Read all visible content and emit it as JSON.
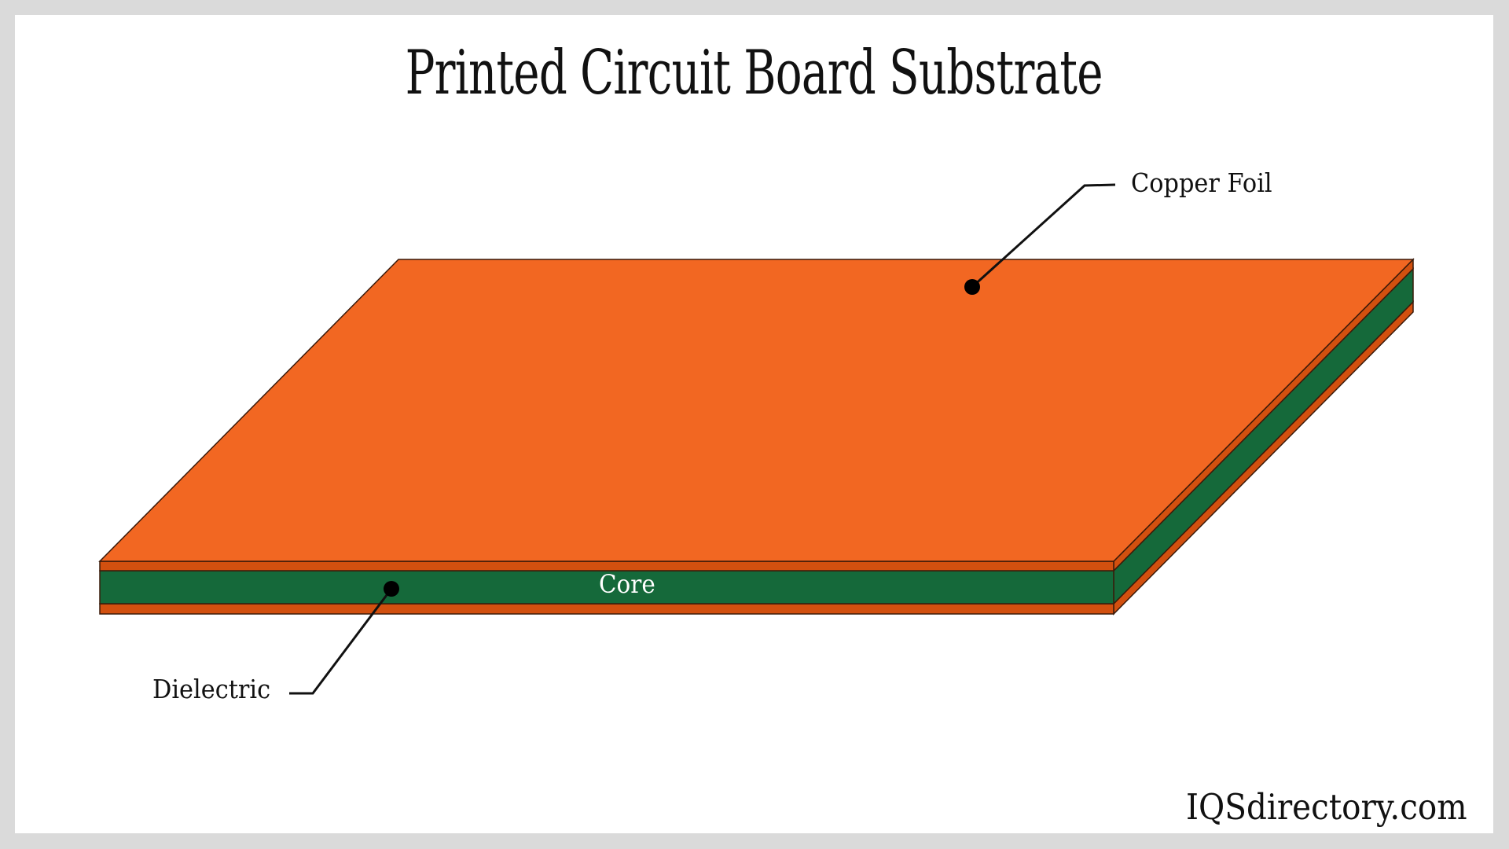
{
  "title": "Printed Circuit Board Substrate",
  "labels": {
    "copper_foil": "Copper Foil",
    "core": "Core",
    "dielectric": "Dielectric"
  },
  "watermark": "IQSdirectory.com",
  "colors": {
    "background_border": "#dadada",
    "panel": "#ffffff",
    "copper_top": "#f26722",
    "copper_side": "#d2500f",
    "core_green": "#15693a",
    "outline": "#3a1a0a",
    "text": "#111111"
  },
  "layers": [
    {
      "name": "Copper Foil",
      "position": "top"
    },
    {
      "name": "Core / Dielectric",
      "position": "middle"
    },
    {
      "name": "Copper Foil",
      "position": "bottom"
    }
  ]
}
